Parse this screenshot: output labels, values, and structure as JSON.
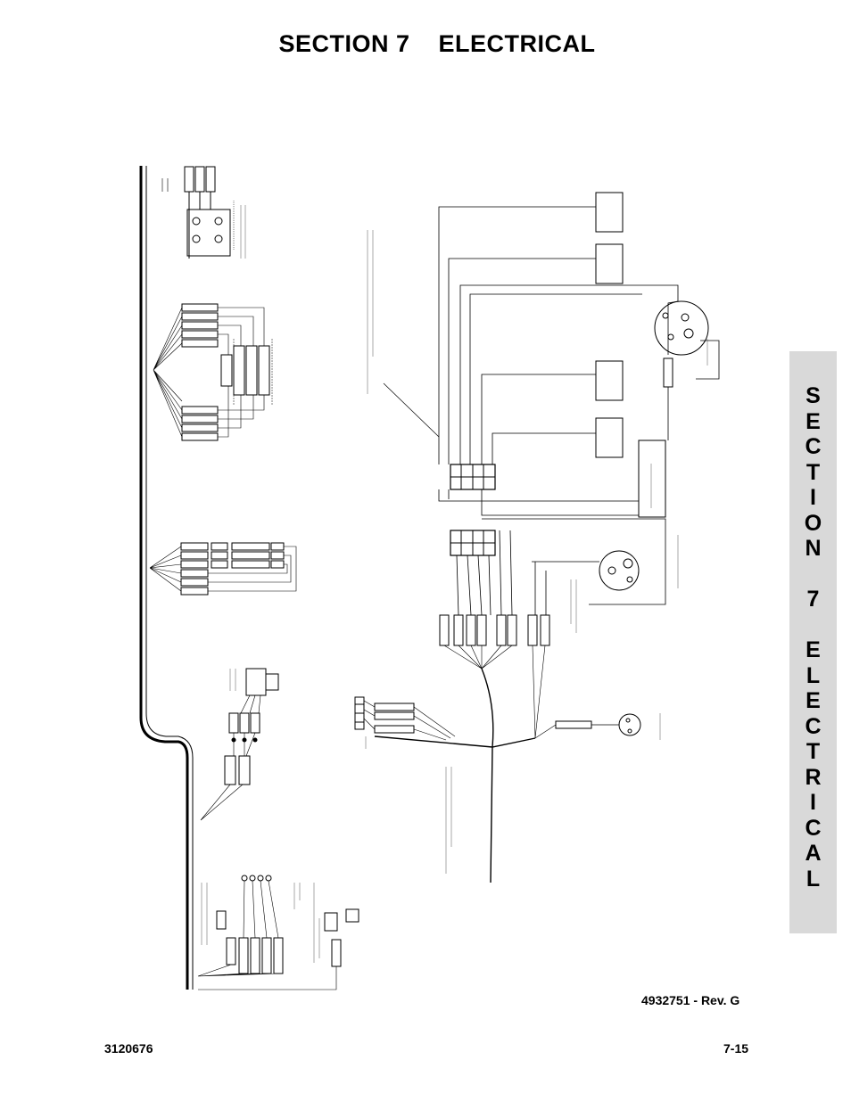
{
  "header": {
    "title": "SECTION 7    ELECTRICAL"
  },
  "side_tab": {
    "letters": [
      "S",
      "E",
      "C",
      "T",
      "I",
      "O",
      "N",
      "",
      "7",
      "",
      "E",
      "L",
      "E",
      "C",
      "T",
      "R",
      "I",
      "C",
      "A",
      "L"
    ]
  },
  "footer": {
    "drawing_number": "4932751 - Rev. G",
    "manual_number": "3120676",
    "page_number": "7-15"
  }
}
